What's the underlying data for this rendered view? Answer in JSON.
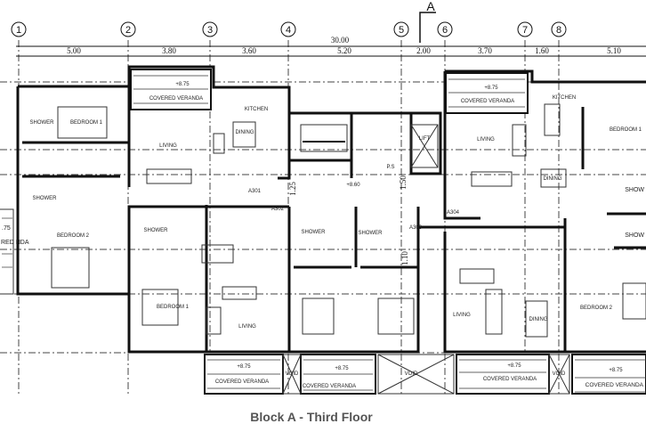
{
  "title": "Block A - Third Floor",
  "section_marker": "A",
  "grid_axes": [
    "1",
    "2",
    "3",
    "4",
    "5",
    "6",
    "7",
    "8"
  ],
  "overall_dimension": "30.00",
  "bay_dimensions": [
    "5.00",
    "3.80",
    "3.60",
    "5.20",
    "2.00",
    "3.70",
    "1.60",
    "5.10"
  ],
  "core": {
    "level": "+8.60",
    "dim_left": "1.25",
    "dim_right": "1.50",
    "dim_lower": "1.10",
    "ps": "P.S",
    "lift": "LIFT"
  },
  "doors": [
    "A301",
    "A302",
    "A303",
    "A304"
  ],
  "rooms": {
    "tl_shower": "SHOWER",
    "tl_bedroom1": "BEDROOM 1",
    "tl_living": "LIVING",
    "tl_kitchen": "KITCHEN",
    "tl_dining": "DINING",
    "tl_veranda_level": "+8.75",
    "tl_veranda": "COVERED VERANDA",
    "tl_shower2": "SHOWER",
    "tl_bedroom2": "BEDROOM 2",
    "tr_veranda_level": "+8.75",
    "tr_veranda": "COVERED VERANDA",
    "tr_living": "LIVING",
    "tr_kitchen": "KITCHEN",
    "tr_bedroom1": "BEDROOM 1",
    "tr_dining": "DINING",
    "tr_shower": "SHOW",
    "tr_shower2": "SHOW",
    "bl_shower": "SHOWER",
    "bl_bedroom1": "BEDROOM 1",
    "bl_living": "LIVING",
    "bm_shower1": "SHOWER",
    "bm_shower2": "SHOWER",
    "br_living": "LIVING",
    "br_dining": "DINING",
    "br_bedroom2": "BEDROOM 2",
    "left_partial_level": ".75",
    "left_partial_veranda": "RED NDA"
  },
  "bottom_verandas": [
    {
      "level": "+8.75",
      "label": "COVERED VERANDA"
    },
    {
      "level": "+8.75",
      "label": "COVERED VERANDA"
    },
    {
      "level": "+8.75",
      "label": "COVERED VERANDA"
    },
    {
      "level": "+8.75",
      "label": "COVERED VERANDA"
    }
  ],
  "voids": [
    "VOID",
    "VOID",
    "VOID"
  ]
}
